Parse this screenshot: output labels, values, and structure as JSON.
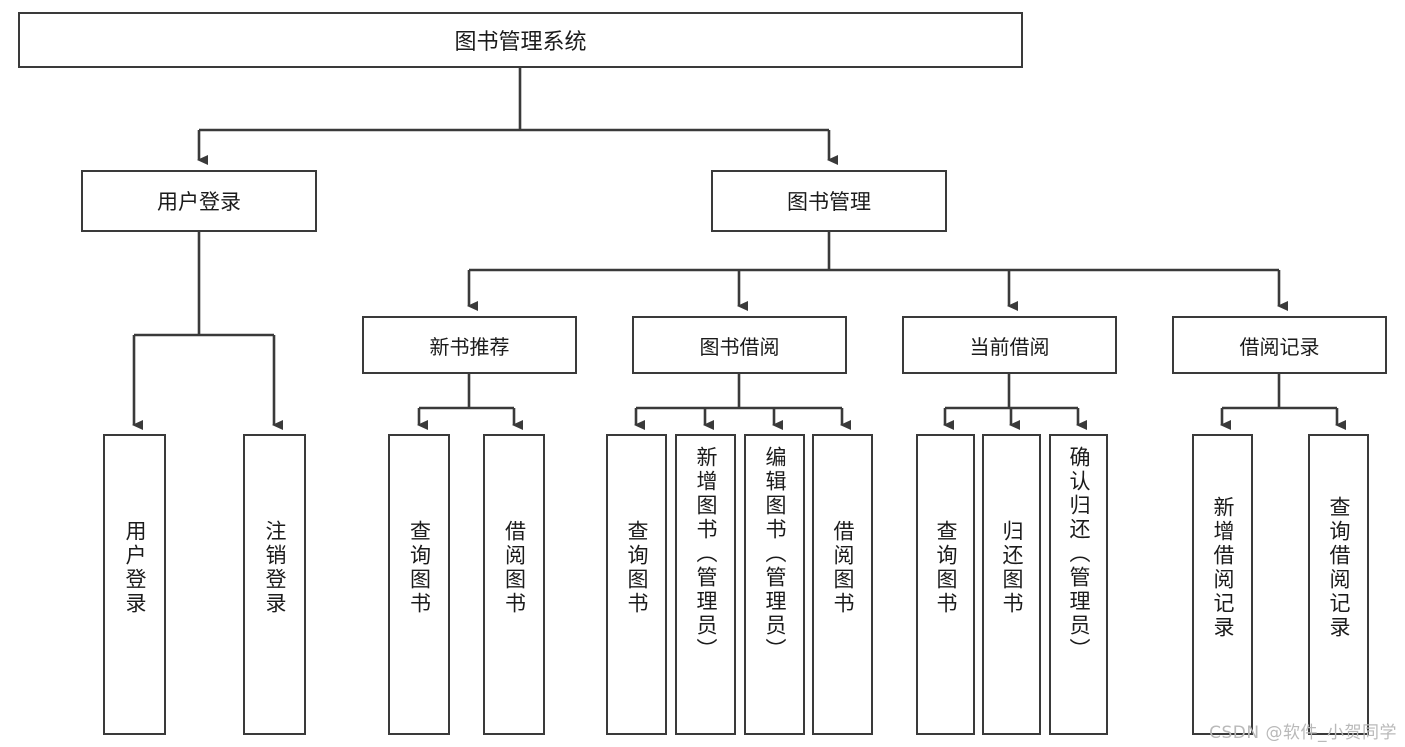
{
  "diagram": {
    "title": "图书管理系统",
    "type": "tree",
    "watermark": "CSDN @软件_小贺同学",
    "colors": {
      "stroke": "#3a3a3a",
      "text": "#1b1b1b",
      "background": "#ffffff",
      "watermark": "#b9b9b9"
    },
    "root": {
      "label": "图书管理系统"
    },
    "level2": [
      {
        "label": "用户登录"
      },
      {
        "label": "图书管理"
      }
    ],
    "level3": [
      {
        "label": "新书推荐"
      },
      {
        "label": "图书借阅"
      },
      {
        "label": "当前借阅"
      },
      {
        "label": "借阅记录"
      }
    ],
    "leaves": {
      "user_login": [
        {
          "label": "用户登录"
        },
        {
          "label": "注销登录"
        }
      ],
      "new_book": [
        {
          "label": "查询图书"
        },
        {
          "label": "借阅图书"
        }
      ],
      "borrow_book": [
        {
          "label": "查询图书"
        },
        {
          "label": "新增图书（管理员）"
        },
        {
          "label": "编辑图书（管理员）"
        },
        {
          "label": "借阅图书"
        }
      ],
      "current_borrow": [
        {
          "label": "查询图书"
        },
        {
          "label": "归还图书"
        },
        {
          "label": "确认归还（管理员）"
        }
      ],
      "borrow_record": [
        {
          "label": "新增借阅记录"
        },
        {
          "label": "查询借阅记录"
        }
      ]
    }
  }
}
